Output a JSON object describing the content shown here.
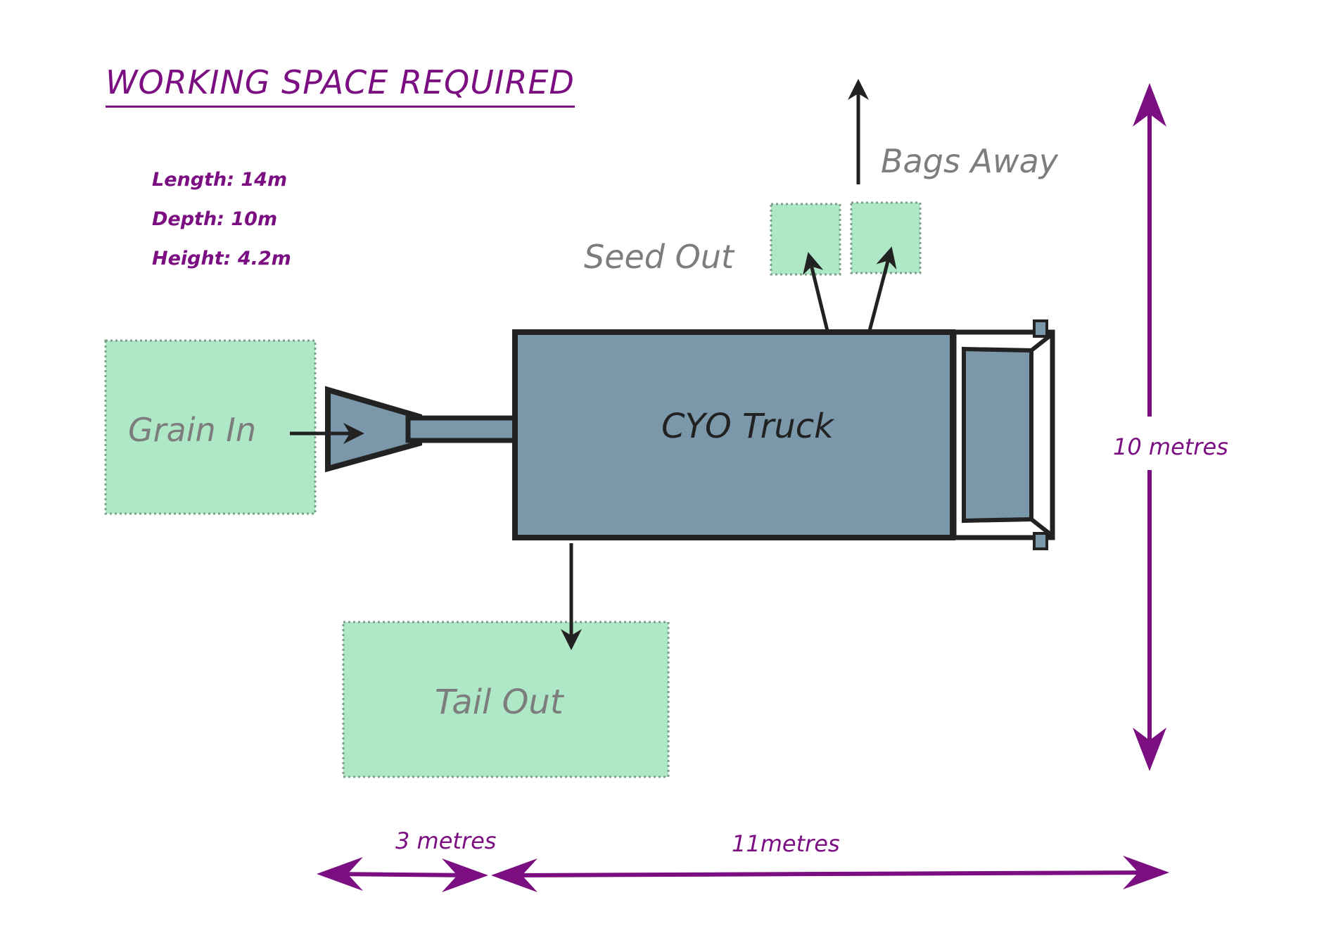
{
  "title": "WORKING SPACE REQUIRED",
  "specs": {
    "length": "Length: 14m",
    "depth": "Depth: 10m",
    "height": "Height: 4.2m"
  },
  "zones": {
    "grain_in": "Grain In",
    "seed_out": "Seed Out",
    "bags_away": "Bags Away",
    "tail_out": "Tail Out"
  },
  "truck_label": "CYO Truck",
  "dimensions": {
    "vertical": "10 metres",
    "horizontal_left": "3 metres",
    "horizontal_right": "11metres"
  },
  "colors": {
    "accent": "#7b0f82",
    "zone_fill": "#aee8c6",
    "truck_fill": "#7b98ab",
    "outline": "#222222",
    "grey_text": "#7d7d7d"
  }
}
